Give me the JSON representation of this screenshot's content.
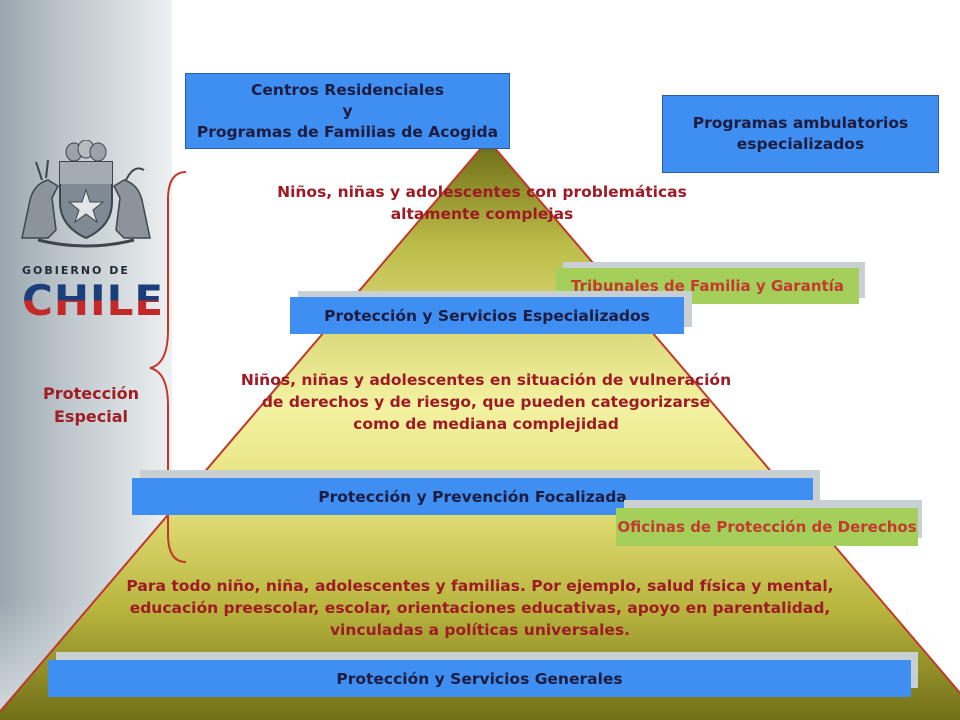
{
  "sidebar": {
    "logo_line1": "GOBIERNO DE",
    "logo_line2": "CHILE"
  },
  "top_box": {
    "line1": "Centros Residenciales",
    "line2": "y",
    "line3": "Programas de Familias de Acogida"
  },
  "ambulatory_box": {
    "line1": "Programas ambulatorios",
    "line2": "especializados"
  },
  "tier_top_text": {
    "line1": "Niños, niñas y adolescentes con problemáticas",
    "line2": "altamente complejas"
  },
  "tribunales_label": "Tribunales de Familia y Garantía",
  "specialized_band": "Protección y Servicios Especializados",
  "tier_middle_text": {
    "line1": "Niños, niñas y adolescentes en situación de vulneración",
    "line2": "de derechos y de riesgo, que pueden categorizarse",
    "line3": "como de mediana complejidad"
  },
  "focalized_band": "Protección y Prevención Focalizada",
  "opd_label": "Oficinas de Protección de Derechos",
  "tier_bottom_text": {
    "line1": "Para todo niño, niña, adolescentes y  familias. Por ejemplo, salud física y mental,",
    "line2": "educación preescolar, escolar, orientaciones educativas, apoyo en parentalidad,",
    "line3": "vinculadas a políticas universales."
  },
  "general_band": "Protección y Servicios Generales",
  "brace_label": {
    "line1": "Protección",
    "line2": "Especial"
  },
  "colors": {
    "band_blue": "#3f8ff2",
    "label_green": "#a4cf5a",
    "text_red": "#9e1a24",
    "pyramid_outline": "#c0392b"
  }
}
